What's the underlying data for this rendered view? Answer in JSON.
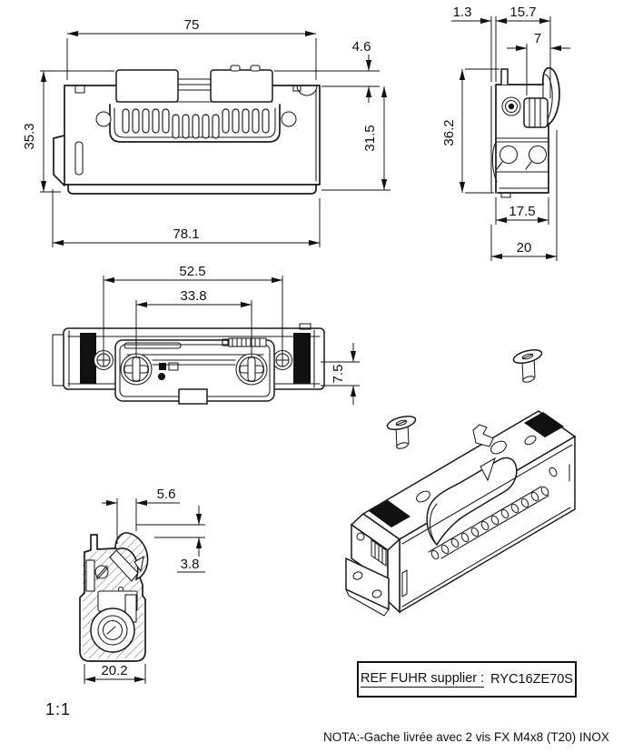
{
  "title": "Electric strike technical drawing",
  "colors": {
    "ink": "#1a1a1a",
    "background": "#ffffff"
  },
  "labels": {
    "scale": "1:1",
    "ref_label": "REF FUHR supplier :",
    "ref_value": "RYC16ZE70S",
    "nota": "NOTA:-Gache livrée avec 2 vis FX M4x8 (T20) INOX"
  },
  "dims": {
    "front": {
      "top_width": "75",
      "left_height": "35.3",
      "bottom_width": "78.1",
      "right_offset": "4.6",
      "right_height": "31.5"
    },
    "side": {
      "plate_thickness": "1.3",
      "top_depth": "15.7",
      "keeper_width": "7",
      "height": "36.2",
      "body_depth": "17.5",
      "total_depth": "20"
    },
    "plan": {
      "outer_screw_spacing": "52.5",
      "fixing_screw_spacing": "33.8",
      "lip_height": "7.5"
    },
    "section": {
      "latch_offset": "5.6",
      "latch_drop": "3.8",
      "width": "20.2"
    }
  }
}
